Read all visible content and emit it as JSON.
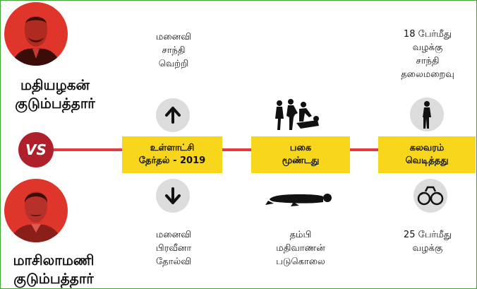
{
  "families": {
    "top": {
      "name_line1": "மதியழகன்",
      "name_line2": "குடும்பத்தார்"
    },
    "bottom": {
      "name_line1": "மாசிலாமணி",
      "name_line2": "குடும்பத்தார்"
    },
    "vs_label": "VS"
  },
  "events": [
    {
      "box_line1": "உள்ளாட்சி",
      "box_line2": "தேர்தல் - 2019",
      "top_icon": "arrow-up-icon",
      "bottom_icon": "arrow-down-icon",
      "top_text": [
        "மனைவி",
        "சாந்தி",
        "வெற்றி"
      ],
      "bottom_text": [
        "மனைவி",
        "பிரவீனா",
        "தோல்வி"
      ]
    },
    {
      "box_line1": "பகை",
      "box_line2": "மூண்டது",
      "top_icon": "fight-icon",
      "bottom_icon": "lying-body-icon",
      "top_text": [],
      "bottom_text": [
        "தம்பி",
        "மதிவாணன்",
        "படுகொலை"
      ]
    },
    {
      "box_line1": "கலவரம்",
      "box_line2": "வெடித்தது",
      "top_icon": "person-icon",
      "bottom_icon": "handcuffs-icon",
      "top_text": [
        "18 பேர்மீது",
        "வழக்கு",
        "சாந்தி",
        "தலைமறைவு"
      ],
      "bottom_text": [
        "25 பேர்மீது",
        "வழக்கு"
      ]
    }
  ],
  "colors": {
    "accent_red": "#e33b3f",
    "box_yellow": "#f7d61b",
    "vs_red": "#b0202a",
    "icon_circle": "#dcdcdc",
    "frame_green": "#3fa535"
  }
}
